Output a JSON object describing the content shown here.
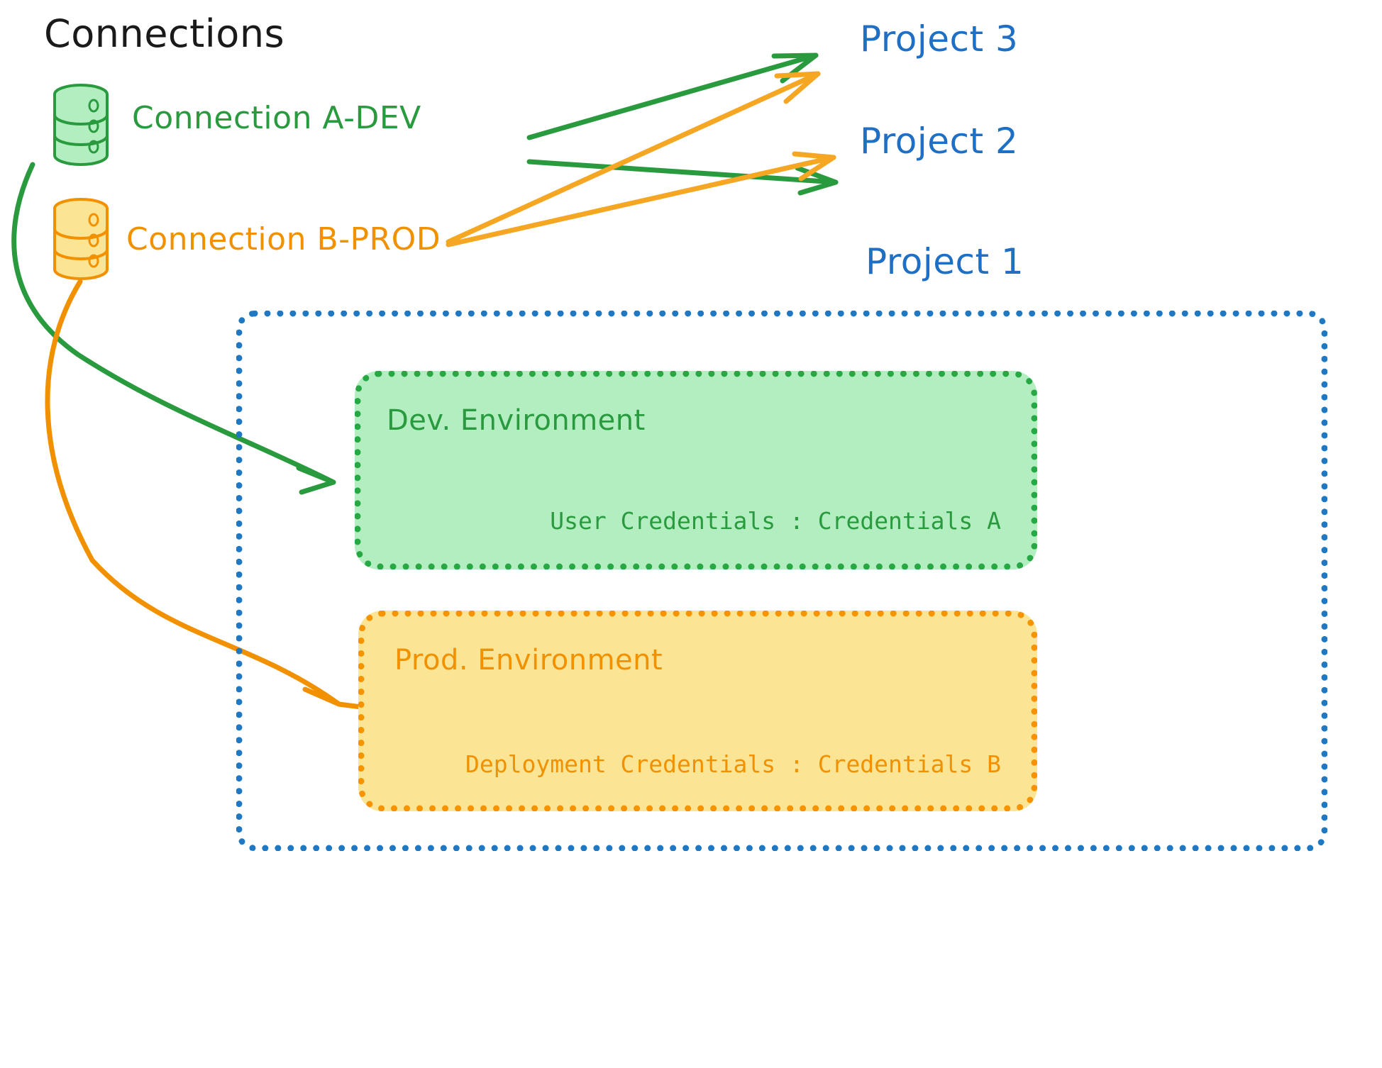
{
  "title": "Connections",
  "colors": {
    "green_stroke": "#2a9a3f",
    "green_fill": "#b3eec1",
    "orange_stroke": "#f29100",
    "orange_fill": "#fbe493",
    "blue": "#1f6fc4",
    "blue_dotted": "#1f78c1",
    "text_dark": "#1a1a1a"
  },
  "connections": [
    {
      "id": "connection-a-dev",
      "label": "Connection A-DEV",
      "icon": "database-icon",
      "color": "#2a9a3f"
    },
    {
      "id": "connection-b-prod",
      "label": "Connection B-PROD",
      "icon": "database-icon",
      "color": "#f29100"
    }
  ],
  "projects": [
    {
      "id": "project-3",
      "label": "Project 3"
    },
    {
      "id": "project-2",
      "label": "Project 2"
    },
    {
      "id": "project-1",
      "label": "Project 1"
    }
  ],
  "project1": {
    "environments": [
      {
        "id": "dev-environment",
        "title": "Dev. Environment",
        "credentials_label": "User Credentials",
        "credentials_separator": ":",
        "credentials_value": "Credentials A",
        "credentials_line": "User Credentials : Credentials A",
        "fill": "#b3eec1",
        "stroke": "#28a745"
      },
      {
        "id": "prod-environment",
        "title": "Prod. Environment",
        "credentials_label": "Deployment Credentials",
        "credentials_separator": ":",
        "credentials_value": "Credentials B",
        "credentials_line": "Deployment Credentials : Credentials B",
        "fill": "#fbe493",
        "stroke": "#f59300"
      }
    ]
  },
  "edges": [
    {
      "from": "connection-a-dev",
      "to": "project-3",
      "color": "#2a9a3f",
      "style": "straight-arrow"
    },
    {
      "from": "connection-a-dev",
      "to": "project-2",
      "color": "#2a9a3f",
      "style": "straight-arrow"
    },
    {
      "from": "connection-a-dev",
      "to": "dev-environment",
      "color": "#2a9a3f",
      "style": "curved-arrow"
    },
    {
      "from": "connection-b-prod",
      "to": "project-3",
      "color": "#f5a623",
      "style": "straight-arrow"
    },
    {
      "from": "connection-b-prod",
      "to": "project-2",
      "color": "#f5a623",
      "style": "straight-arrow"
    },
    {
      "from": "connection-b-prod",
      "to": "prod-environment",
      "color": "#f29100",
      "style": "curved-arrow"
    }
  ]
}
